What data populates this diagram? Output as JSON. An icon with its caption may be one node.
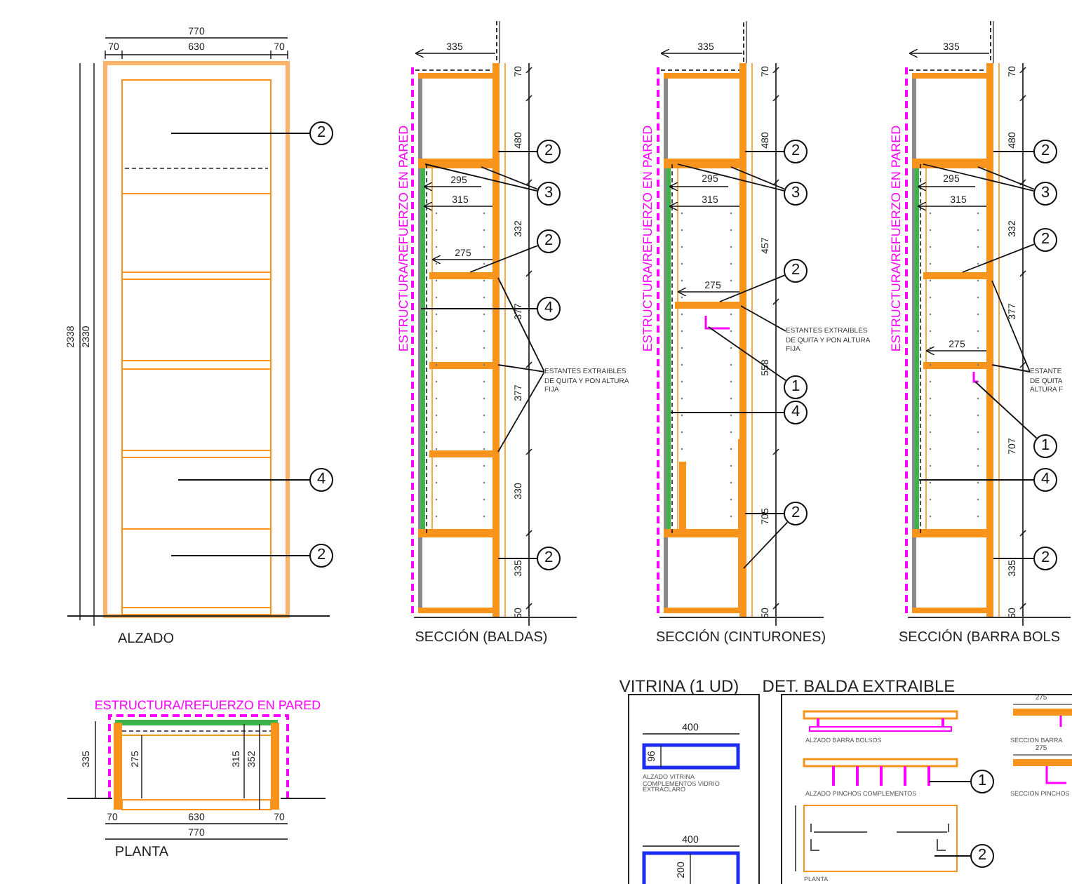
{
  "diagram": {
    "nodes": [
      {
        "text": [
          "2"
        ]
      },
      {
        "text": [
          "4"
        ]
      },
      {
        "text": [
          "2"
        ]
      },
      {
        "text": [
          "2"
        ]
      },
      {
        "text": [
          "3"
        ]
      },
      {
        "text": [
          "2"
        ]
      },
      {
        "text": [
          "4"
        ]
      },
      {
        "text": [
          "ESTANTES EXTRAIBLES DE QUITA Y PON ALTURA FIJA"
        ]
      },
      {
        "text": [
          "2"
        ]
      },
      {
        "text": [
          "2"
        ]
      },
      {
        "text": [
          "3"
        ]
      },
      {
        "text": [
          "2"
        ]
      },
      {
        "text": [
          "ESTANTES EXTRAIBLES DE QUITA Y PON ALTURA FIJA"
        ]
      },
      {
        "text": [
          "1"
        ]
      },
      {
        "text": [
          "4"
        ]
      },
      {
        "text": [
          "2"
        ]
      },
      {
        "text": [
          "2"
        ]
      },
      {
        "text": [
          "3"
        ]
      },
      {
        "text": [
          "2"
        ]
      },
      {
        "text": [
          "ESTANTE DE QUITA ALTURA F"
        ]
      },
      {
        "text": [
          "1"
        ]
      },
      {
        "text": [
          "4"
        ]
      },
      {
        "text": [
          "2"
        ]
      },
      {
        "text": [
          "1"
        ]
      },
      {
        "text": [
          "2"
        ]
      }
    ],
    "edges": [
      {
        "from": 0,
        "to": null,
        "arrow": "none"
      },
      {
        "from": 1,
        "to": null,
        "arrow": "none"
      },
      {
        "from": 2,
        "to": null,
        "arrow": "none"
      },
      {
        "from": 3,
        "to": null,
        "arrow": "none"
      },
      {
        "from": 4,
        "to": null,
        "arrow": "none"
      },
      {
        "from": 4,
        "to": null,
        "arrow": "none"
      },
      {
        "from": 5,
        "to": null,
        "arrow": "none"
      },
      {
        "from": 6,
        "to": null,
        "arrow": "none"
      },
      {
        "from": 7,
        "to": null,
        "arrow": "none"
      },
      {
        "from": 7,
        "to": null,
        "arrow": "none"
      },
      {
        "from": 7,
        "to": null,
        "arrow": "none"
      },
      {
        "from": 8,
        "to": null,
        "arrow": "none"
      },
      {
        "from": 9,
        "to": null,
        "arrow": "none"
      },
      {
        "from": 10,
        "to": null,
        "arrow": "none"
      },
      {
        "from": 10,
        "to": null,
        "arrow": "none"
      },
      {
        "from": 11,
        "to": null,
        "arrow": "none"
      },
      {
        "from": 12,
        "to": null,
        "arrow": "none"
      },
      {
        "from": 13,
        "to": null,
        "arrow": "none"
      },
      {
        "from": 14,
        "to": null,
        "arrow": "none"
      },
      {
        "from": 15,
        "to": null,
        "arrow": "none"
      },
      {
        "from": 15,
        "to": null,
        "arrow": "none"
      },
      {
        "from": 16,
        "to": null,
        "arrow": "none"
      },
      {
        "from": 17,
        "to": null,
        "arrow": "none"
      },
      {
        "from": 17,
        "to": null,
        "arrow": "none"
      },
      {
        "from": 18,
        "to": null,
        "arrow": "none"
      },
      {
        "from": 19,
        "to": null,
        "arrow": "none"
      },
      {
        "from": 19,
        "to": null,
        "arrow": "none"
      },
      {
        "from": 20,
        "to": null,
        "arrow": "none"
      },
      {
        "from": 21,
        "to": null,
        "arrow": "none"
      },
      {
        "from": 22,
        "to": null,
        "arrow": "none"
      },
      {
        "from": 23,
        "to": null,
        "arrow": "none"
      },
      {
        "from": 24,
        "to": null,
        "arrow": "none"
      }
    ],
    "labels": [
      "770",
      "70",
      "630",
      "70",
      "2338",
      "2330",
      "ALZADO",
      "335",
      "70",
      "ESTRUCTURA/REFUERZO EN PARED",
      "480",
      "295",
      "315",
      "332",
      "275",
      "377",
      "377",
      "330",
      "335",
      "50",
      "SECCIÓN (BALDAS)",
      "335",
      "70",
      "ESTRUCTURA/REFUERZO EN PARED",
      "480",
      "295",
      "315",
      "457",
      "275",
      "558",
      "705",
      "50",
      "SECCIÓN (CINTURONES)",
      "335",
      "70",
      "ESTRUCTURA/REFUERZO EN PARED",
      "480",
      "295",
      "315",
      "332",
      "377",
      "275",
      "707",
      "335",
      "50",
      "SECCIÓN (BARRA BOLS",
      "ESTRUCTURA/REFUERZO EN PARED",
      "335",
      "275",
      "315",
      "352",
      "70",
      "630",
      "70",
      "770",
      "PLANTA",
      "VITRINA (1 UD)",
      "400",
      "96",
      "ALZADO VITRINA COMPLEMENTOS VIDRIO EXTRACLARO",
      "400",
      "200",
      "DET. BALDA EXTRAIBLE",
      "ALZADO BARRA BOLSOS",
      "ALZADO PINCHOS COMPLEMENTOS",
      "PLANTA",
      "275",
      "SECCION BARRA",
      "275",
      "SECCION PINCHOS"
    ]
  }
}
